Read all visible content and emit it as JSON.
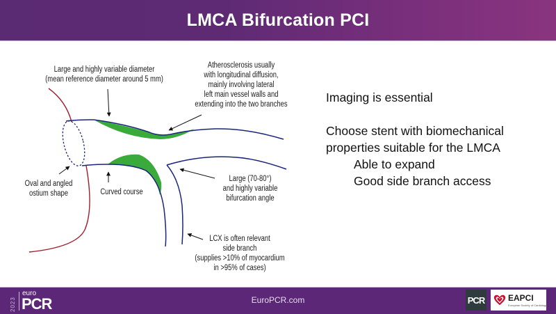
{
  "header": {
    "title": "LMCA Bifurcation PCI"
  },
  "diagram": {
    "labels": {
      "diameter_line1": "Large and highly variable diameter",
      "diameter_line2": "(mean reference diameter around 5 mm)",
      "athero_line1": "Atherosclerosis usually",
      "athero_line2": "with longitudinal diffusion,",
      "athero_line3": "mainly involving lateral",
      "athero_line4": "left main vessel walls and",
      "athero_line5": "extending into the two branches",
      "ostium_line1": "Oval and angled",
      "ostium_line2": "ostium shape",
      "curved": "Curved course",
      "angle_line1": "Large (70-80°)",
      "angle_line2": "and highly variable",
      "angle_line3": "bifurcation angle",
      "lcx_line1": "LCX is often relevant",
      "lcx_line2": "side branch",
      "lcx_line3": "(supplies >10% of myocardium",
      "lcx_line4": "in >95% of cases)"
    },
    "colors": {
      "vessel": "#1a237e",
      "aorta": "#a01c2c",
      "plaque": "#3aaa3a"
    }
  },
  "bullets": {
    "b1": "Imaging is essential",
    "b2a": "Choose stent with biomechanical",
    "b2b": "properties suitable for the LMCA",
    "s1": "Able to expand",
    "s2": "Good side branch access"
  },
  "footer": {
    "year": "2023",
    "euro": "euro",
    "pcr": "PCR",
    "site": "EuroPCR.com",
    "pcr_badge": "PCR",
    "eapci": "EAPCI",
    "eapci_sub": "European Society of Cardiology"
  },
  "colors": {
    "header_start": "#5a2a72",
    "header_end": "#8a347f",
    "footer": "#5c2776"
  }
}
